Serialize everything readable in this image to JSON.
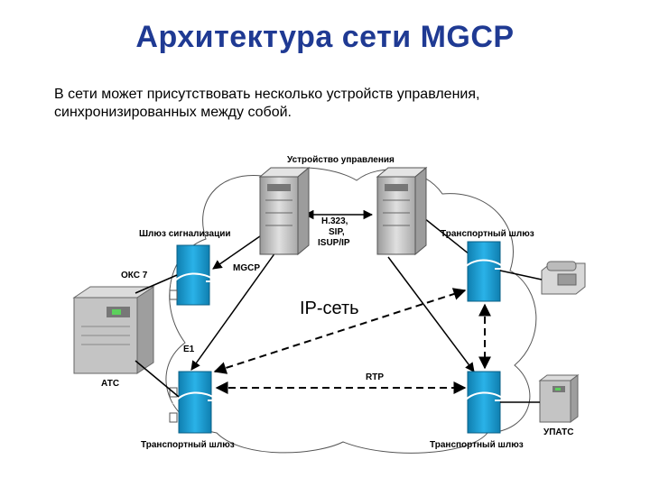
{
  "slide": {
    "title": "Архитектура сети MGCP",
    "intro_line1": "В сети может присутствовать несколько устройств управления,",
    "intro_line2": "синхронизированных между собой."
  },
  "diagram": {
    "labels": {
      "control_device": "Устройство управления",
      "signaling_gateway": "Шлюз сигнализации",
      "transport_gateway_top_right": "Транспортный шлюз",
      "oks7": "ОКС 7",
      "mgcp": "MGCP",
      "protocols_1": "H.323,",
      "protocols_2": "SIP,",
      "protocols_3": "ISUP/IP",
      "ip_network": "IP-сеть",
      "e1": "E1",
      "atc": "АТС",
      "rtp": "RTP",
      "transport_gateway_bottom_left": "Транспортный шлюз",
      "transport_gateway_bottom_right": "Транспортный шлюз",
      "upbx": "УПАТС"
    },
    "colors": {
      "gateway_blue": "#1a9fd6",
      "server_grey": "#c8c8c8",
      "atc_grey": "#bdbdbd",
      "line": "#000000",
      "title": "#1f3a93"
    }
  }
}
